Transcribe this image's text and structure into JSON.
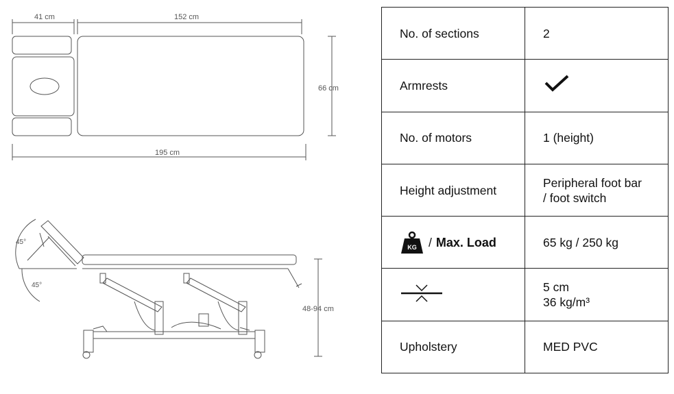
{
  "top_view": {
    "dims": {
      "headrest": "41 cm",
      "body": "152 cm",
      "width": "66 cm",
      "total": "195 cm"
    }
  },
  "side_view": {
    "dims": {
      "angle_top": "45°",
      "angle_bottom": "45°",
      "height": "48-94 cm"
    }
  },
  "specs": {
    "rows": [
      {
        "label": "No. of sections",
        "value": "2"
      },
      {
        "label": "Armrests",
        "value_icon": "checkmark-icon"
      },
      {
        "label": "No. of motors",
        "value": "1 (height)"
      },
      {
        "label": "Height adjustment",
        "value_lines": [
          "Peripheral foot bar",
          "/ foot switch"
        ]
      },
      {
        "label_icon": "kg-weight-icon",
        "kg_text": "KG",
        "label_sep": "/",
        "label_bold": "Max. Load",
        "value": "65 kg / 250 kg"
      },
      {
        "label_icon": "foam-thickness-icon",
        "value_lines": [
          "5 cm",
          "36 kg/m³"
        ]
      },
      {
        "label": "Upholstery",
        "value": "MED PVC"
      }
    ]
  },
  "colors": {
    "line": "#555555",
    "border": "#222222"
  }
}
